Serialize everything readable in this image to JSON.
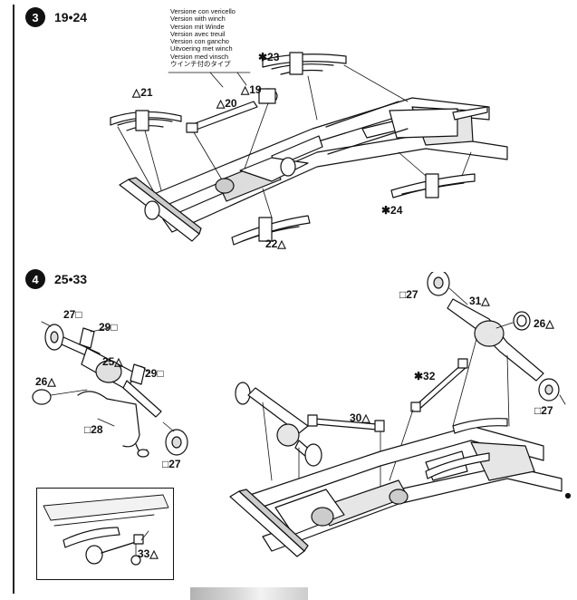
{
  "steps": [
    {
      "number": "3",
      "parts": "19•24"
    },
    {
      "number": "4",
      "parts": "25•33"
    }
  ],
  "winch_note": [
    "Versione con vericello",
    "Version with winch",
    "Version mit Winde",
    "Version avec treuil",
    "Version con gancho",
    "Uitvoering met winch",
    "Version med vinsch",
    "ウインチ付のタイプ"
  ],
  "callouts_step3": {
    "p21": "△21",
    "p20": "△20",
    "p19": "△19",
    "p23": "✱23",
    "p22": "22△",
    "p24": "✱24"
  },
  "callouts_step4": {
    "p27a": "27□",
    "p29a": "29□",
    "p25": "25△",
    "p29b": "29□",
    "p26a": "26△",
    "p28": "□28",
    "p27b": "□27",
    "p27c": "□27",
    "p31": "31△",
    "p26b": "26△",
    "p32": "✱32",
    "p27d": "□27",
    "p30": "30△",
    "p33": "33△"
  }
}
